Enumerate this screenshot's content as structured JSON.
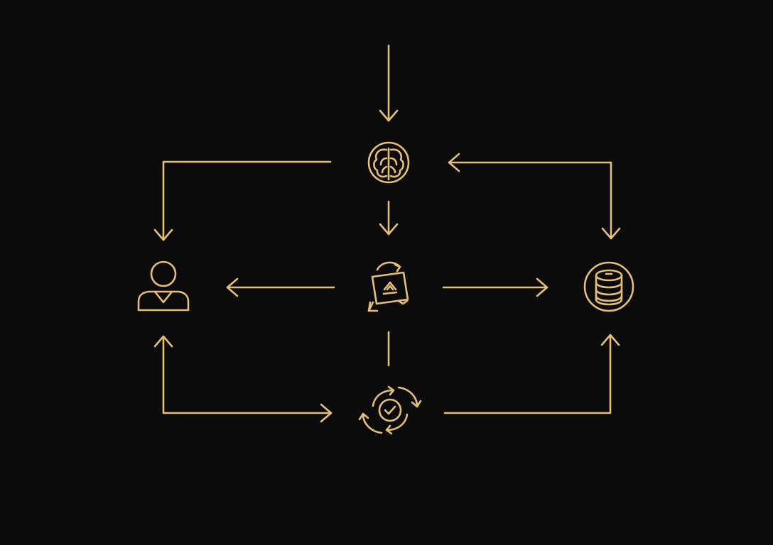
{
  "diagram": {
    "background_color": "#0b0b0b",
    "stroke_color": "#e6bf73",
    "nodes": [
      {
        "id": "brain",
        "icon": "brain-icon"
      },
      {
        "id": "process",
        "icon": "process-icon"
      },
      {
        "id": "user",
        "icon": "user-icon"
      },
      {
        "id": "database",
        "icon": "database-icon"
      },
      {
        "id": "sync",
        "icon": "sync-check-icon"
      }
    ],
    "connections": [
      {
        "from": "external-input",
        "to": "brain"
      },
      {
        "from": "brain",
        "to": "process"
      },
      {
        "from": "brain",
        "to": "user"
      },
      {
        "from": "database",
        "to": "brain"
      },
      {
        "from": "process",
        "to": "user"
      },
      {
        "from": "process",
        "to": "database"
      },
      {
        "from": "process",
        "to": "sync"
      },
      {
        "from": "sync",
        "to": "user"
      },
      {
        "from": "user",
        "to": "sync"
      },
      {
        "from": "sync",
        "to": "database"
      }
    ]
  }
}
